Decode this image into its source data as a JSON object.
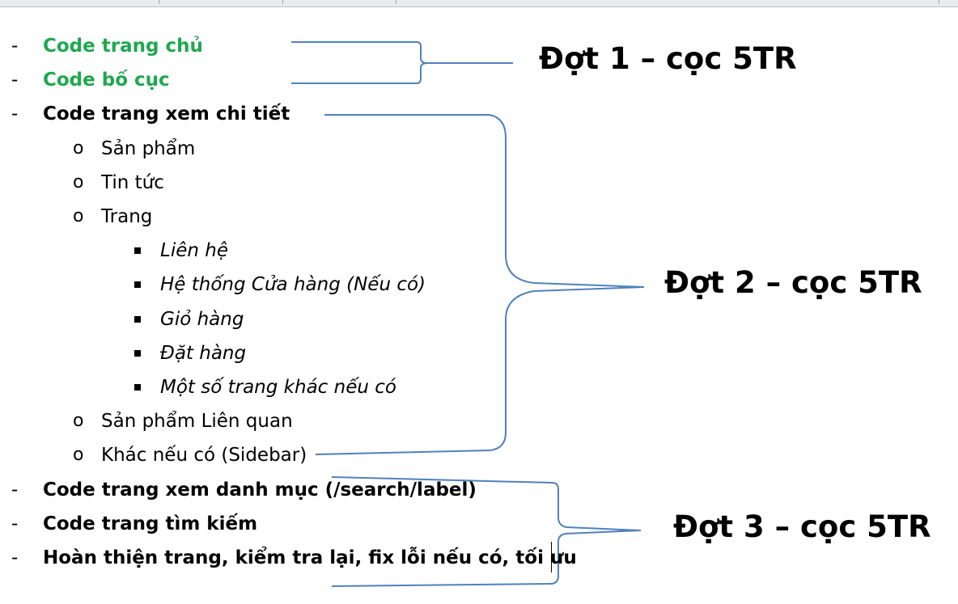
{
  "items": [
    {
      "level": 1,
      "style": "done",
      "text": "Code trang chủ"
    },
    {
      "level": 1,
      "style": "done",
      "text": "Code bố cục"
    },
    {
      "level": 1,
      "style": "normal",
      "text": "Code trang xem chi tiết"
    },
    {
      "level": 2,
      "text": "Sản phẩm"
    },
    {
      "level": 2,
      "text": "Tin tức"
    },
    {
      "level": 2,
      "text": "Trang"
    },
    {
      "level": 3,
      "text": "Liên hệ"
    },
    {
      "level": 3,
      "text": "Hệ thống Cửa hàng (Nếu có)"
    },
    {
      "level": 3,
      "text": "Giỏ hàng"
    },
    {
      "level": 3,
      "text": "Đặt hàng"
    },
    {
      "level": 3,
      "text": "Một số trang khác nếu có"
    },
    {
      "level": 2,
      "text": "Sản phẩm Liên quan"
    },
    {
      "level": 2,
      "text": "Khác nếu có (Sidebar)"
    },
    {
      "level": 1,
      "style": "normal",
      "text": "Code trang xem danh mục (/search/label)"
    },
    {
      "level": 1,
      "style": "normal",
      "text": "Code trang tìm kiếm"
    },
    {
      "level": 1,
      "style": "normal",
      "text": "Hoàn thiện trang, kiểm tra lại, fix lỗi nếu có, tối ưu"
    }
  ],
  "markers": {
    "level1": "-",
    "level2": "o"
  },
  "phases": [
    {
      "label": "Đợt 1 – cọc 5TR"
    },
    {
      "label": "Đợt 2 – cọc 5TR"
    },
    {
      "label": "Đợt 3 – cọc 5TR"
    }
  ],
  "colors": {
    "done_text": "#1fa84f",
    "bracket": "#4f81bd"
  }
}
